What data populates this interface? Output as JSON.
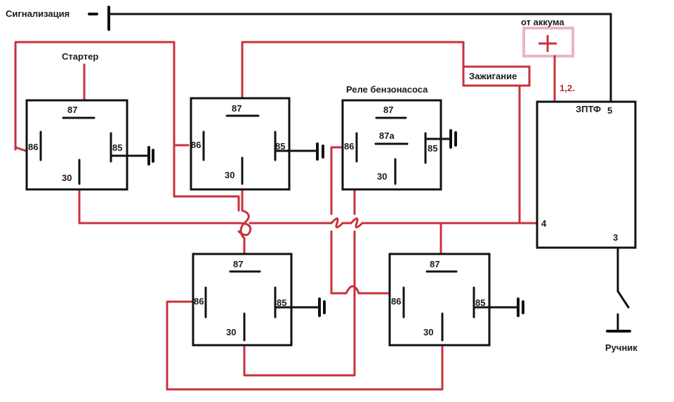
{
  "labels": {
    "signalization": "Сигнализация",
    "from_battery": "от аккума",
    "plus": "+",
    "starter": "Стартер",
    "fuel_pump_relay": "Реле бензонасоса",
    "ignition": "Зажигание",
    "module_name": "ЗПТФ",
    "handbrake": "Ручник",
    "battery_pins": "1,2."
  },
  "pins": {
    "p87": "87",
    "p87a": "87a",
    "p86": "86",
    "p85": "85",
    "p30": "30"
  },
  "module_pins": {
    "p5": "5",
    "p4": "4",
    "p3": "3"
  },
  "colors": {
    "wire_red": "#c8313a",
    "wire_black": "#111111",
    "battery_box": "#e9b7c0"
  }
}
